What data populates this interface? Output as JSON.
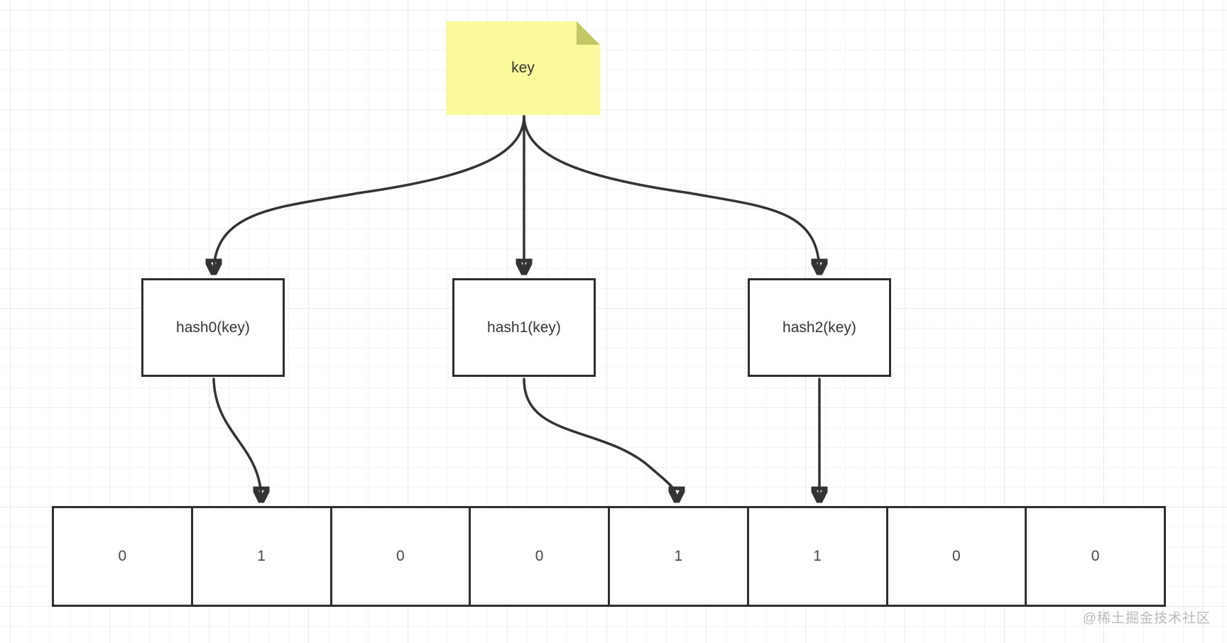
{
  "diagram": {
    "note": {
      "label": "key"
    },
    "hash_boxes": [
      {
        "label": "hash0(key)"
      },
      {
        "label": "hash1(key)"
      },
      {
        "label": "hash2(key)"
      }
    ],
    "bit_array": {
      "cells": [
        "0",
        "1",
        "0",
        "0",
        "1",
        "1",
        "0",
        "0"
      ]
    },
    "edges": [
      {
        "from": "key",
        "to": "hash0(key)"
      },
      {
        "from": "key",
        "to": "hash1(key)"
      },
      {
        "from": "key",
        "to": "hash2(key)"
      },
      {
        "from": "hash0(key)",
        "to": "bit-index-1"
      },
      {
        "from": "hash1(key)",
        "to": "bit-index-4"
      },
      {
        "from": "hash2(key)",
        "to": "bit-index-5"
      }
    ],
    "watermark": "@稀土掘金技术社区",
    "colors": {
      "note_fill": "#fafa9d",
      "note_fold": "#c2c663",
      "shape_border": "#2e2e2e",
      "arrow": "#333333",
      "text": "#333333",
      "watermark": "#b9b9b9"
    }
  }
}
